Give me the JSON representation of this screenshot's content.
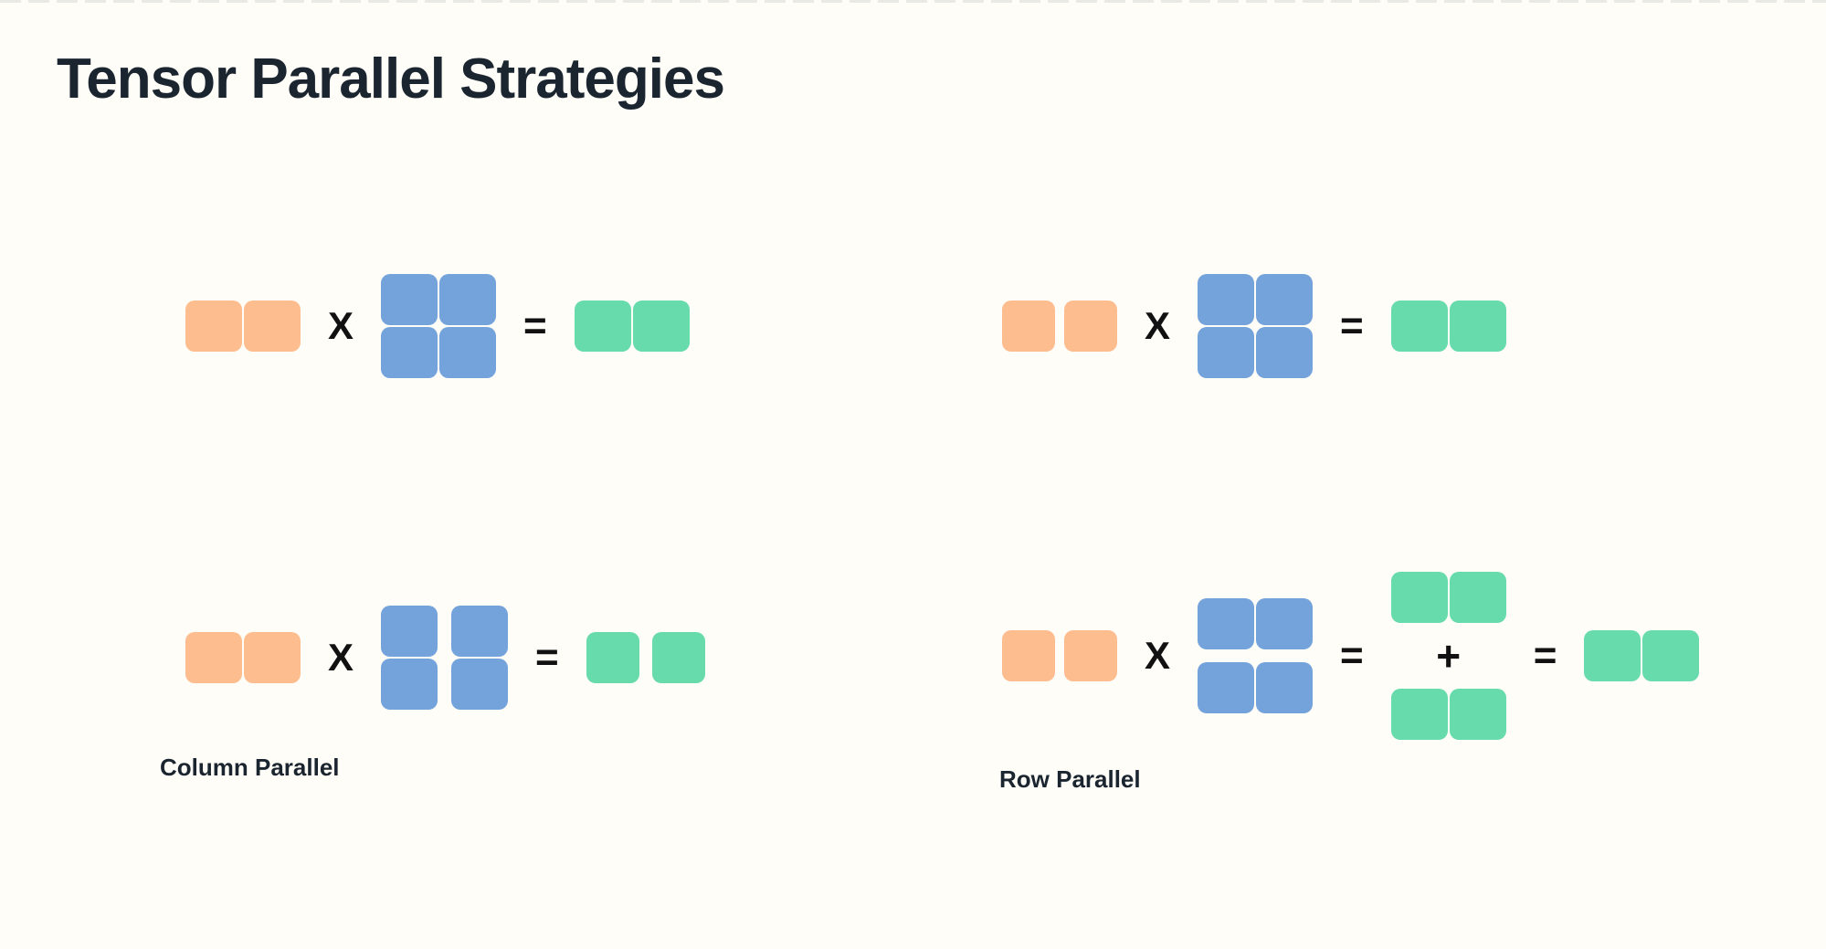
{
  "header": {
    "title": "Tensor Parallel Strategies"
  },
  "operators": {
    "multiply": "X",
    "equals": "=",
    "plus": "+"
  },
  "colors": {
    "background": "#fffdf8",
    "title_text": "#1b2530",
    "label_text": "#1b2530",
    "operator_text": "#111111",
    "input_block": "#fdbd8e",
    "weight_block": "#74a3db",
    "output_block": "#68dbad",
    "edge_dash": "#e9e9e6"
  },
  "diagrams": {
    "top_left": {
      "label": "",
      "input_blocks": 2,
      "input_split": false,
      "weight_grid": "2x2",
      "weight_split": "none",
      "output_blocks": 2,
      "output_split": false
    },
    "top_right": {
      "label": "",
      "input_blocks": 2,
      "input_split": true,
      "weight_grid": "2x2",
      "weight_split": "none",
      "output_blocks": 2,
      "output_split": false
    },
    "bottom_left": {
      "label": "Column Parallel",
      "input_blocks": 2,
      "input_split": false,
      "weight_grid": "2x2",
      "weight_split": "columns",
      "output_blocks": 2,
      "output_split": true
    },
    "bottom_right": {
      "label": "Row Parallel",
      "input_blocks": 2,
      "input_split": true,
      "weight_grid": "2x2",
      "weight_split": "rows",
      "partial_outputs": 2,
      "partial_output_blocks": 2,
      "output_blocks": 2,
      "output_split": false
    }
  }
}
